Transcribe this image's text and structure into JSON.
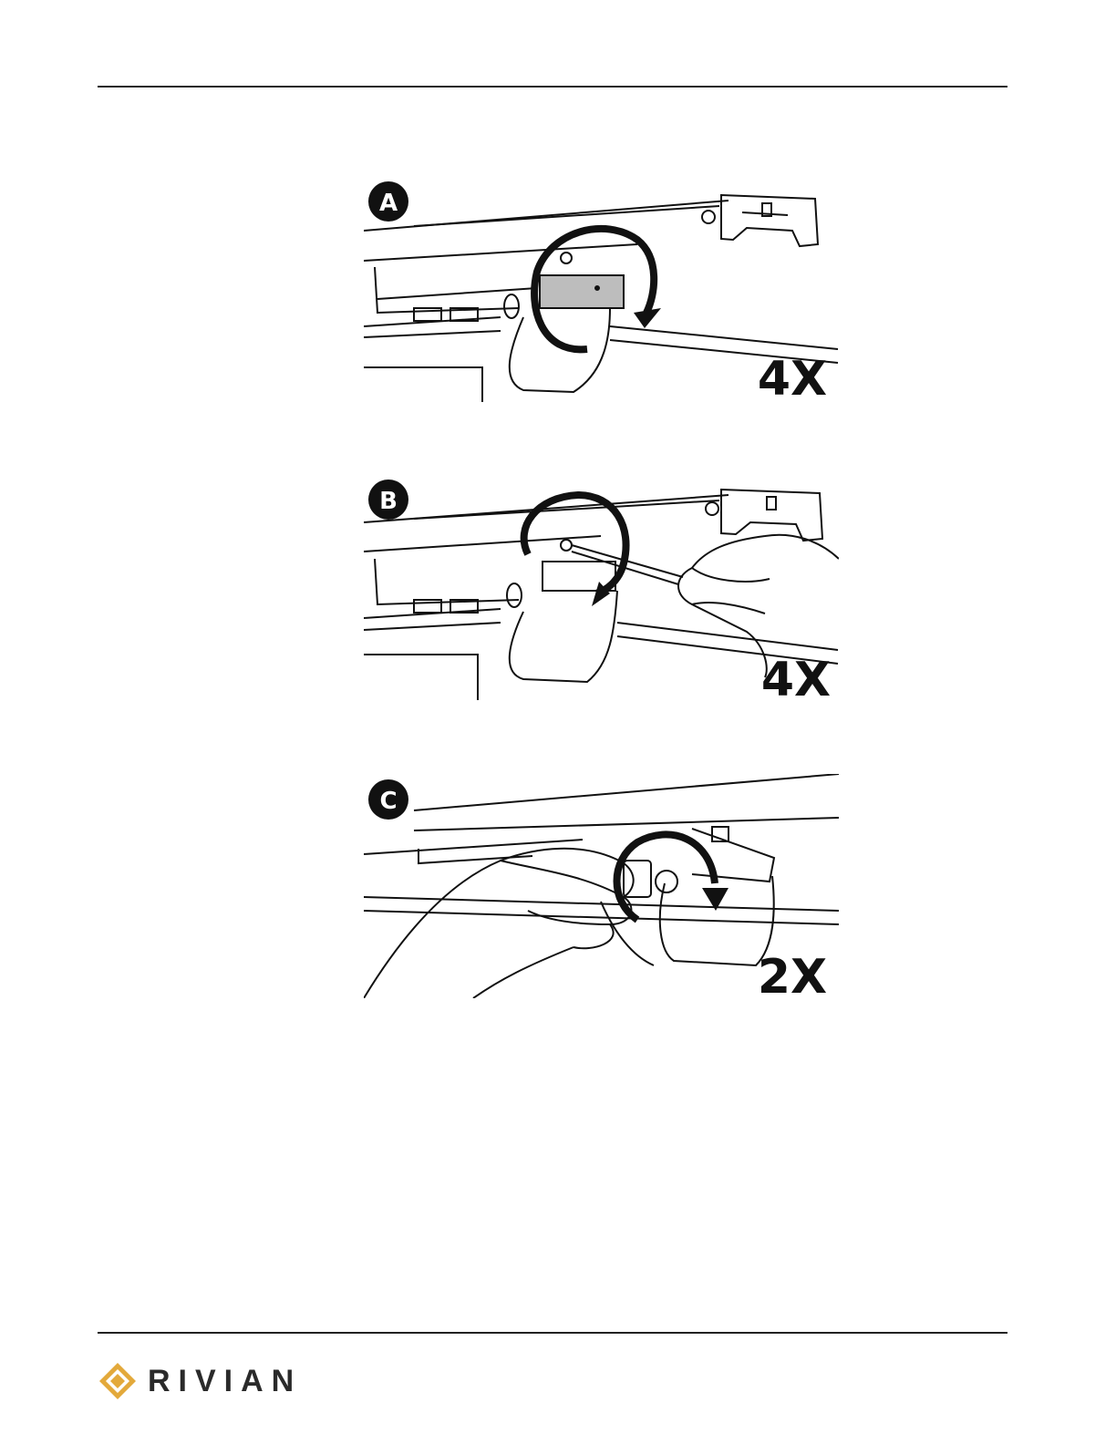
{
  "header": {},
  "figures": [
    {
      "step": "A",
      "multiplier": "4X",
      "arrow_icon": "clockwise-arrow-icon"
    },
    {
      "step": "B",
      "multiplier": "4X",
      "arrow_icon": "counterclockwise-arrow-icon"
    },
    {
      "step": "C",
      "multiplier": "2X",
      "arrow_icon": "clockwise-arrow-icon"
    }
  ],
  "footer": {
    "brand": "RIVIAN",
    "logo_icon": "rivian-compass-logo-icon",
    "brand_color": "#e3a93b"
  }
}
